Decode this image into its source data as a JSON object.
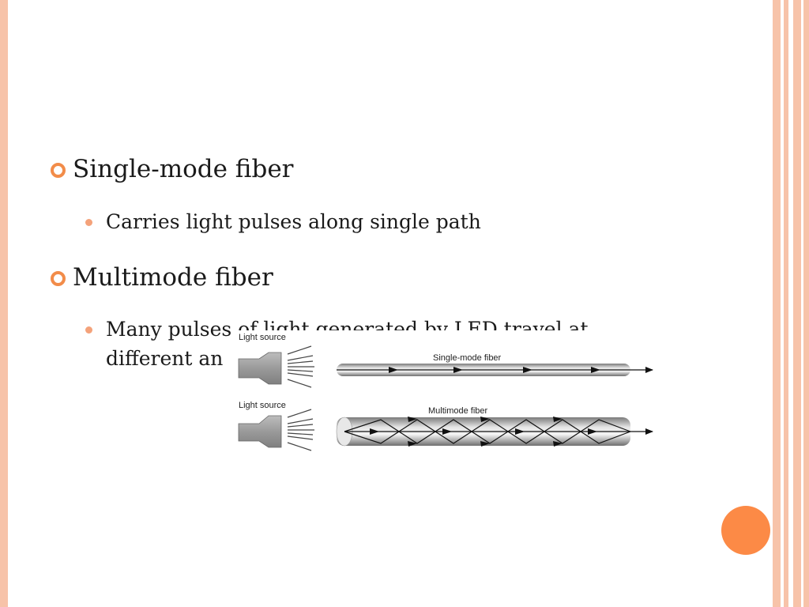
{
  "slide": {
    "bullets": [
      {
        "text": "Single-mode fiber",
        "sub": [
          "Carries light pulses along single path"
        ]
      },
      {
        "text": "Multimode fiber",
        "sub": [
          "Many pulses of light generated by LED travel at",
          "different an"
        ]
      }
    ]
  },
  "figure": {
    "label_light_source_1": "Light source",
    "label_single_mode": "Single-mode fiber",
    "label_light_source_2": "Light source",
    "label_multimode": "Multimode fiber"
  },
  "colors": {
    "border": "#f7c3a9",
    "accent_circle": "#fc8a46",
    "bullet_ring": "#f28c49",
    "sub_bullet": "#f4a27a"
  }
}
